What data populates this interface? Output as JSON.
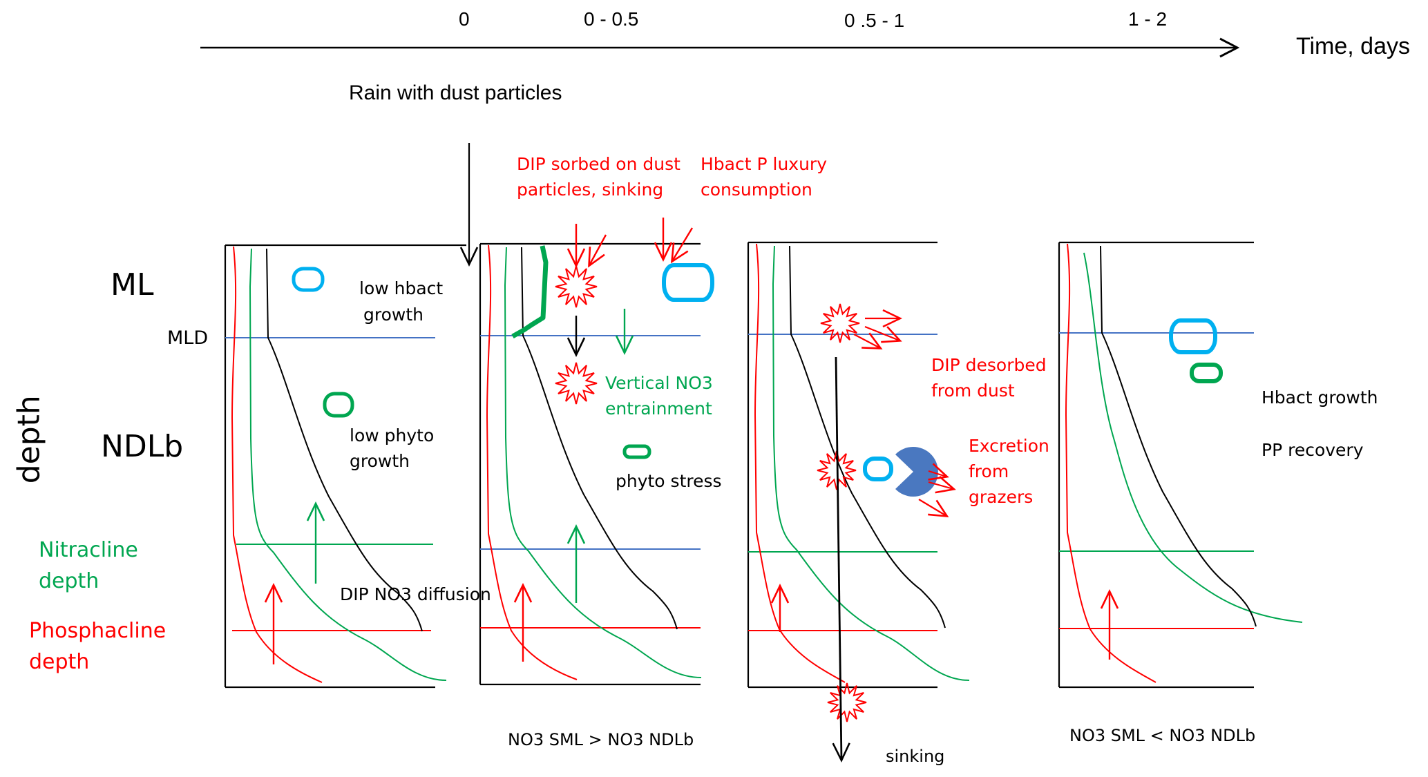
{
  "colors": {
    "axis": "#000000",
    "no3": "#00a650",
    "dip": "#ff0000",
    "other": "#000000",
    "mld": "#4472c4",
    "hbact": "#00b0f0",
    "phyto": "#00a650",
    "grazer": "#4a78c0",
    "burst": "#ff0000"
  },
  "time_axis": {
    "label": "Time, days",
    "ticks": [
      "0",
      "0 - 0.5",
      "0 .5 - 1",
      "1 - 2"
    ]
  },
  "event_label": "Rain with dust particles",
  "y_axis": {
    "label": "depth",
    "layers": {
      "ml": "ML",
      "mld": "MLD",
      "ndlb": "NDLb",
      "nitracline": [
        "Nitracline",
        "depth"
      ],
      "phosphacline": [
        "Phosphacline",
        "depth"
      ]
    }
  },
  "panels": [
    {
      "time": "0",
      "annotations": {
        "hbact": [
          "low hbact",
          "growth"
        ],
        "phyto": [
          "low phyto",
          "growth"
        ],
        "diffusion": "DIP NO3 diffusion"
      }
    },
    {
      "time": "0 - 0.5",
      "annotations": {
        "dip_sorbed": [
          "DIP sorbed on dust",
          "particles, sinking"
        ],
        "hbact_luxury": [
          "Hbact P luxury",
          "consumption"
        ],
        "entrainment": [
          "Vertical NO3",
          "entrainment"
        ],
        "phyto_stress": "phyto stress"
      },
      "caption": "NO3 SML > NO3 NDLb"
    },
    {
      "time": "0 .5 - 1",
      "annotations": {
        "dip_desorbed": [
          "DIP desorbed",
          "from dust"
        ],
        "excretion": [
          "Excretion",
          "from",
          "grazers"
        ],
        "sinking": "sinking"
      }
    },
    {
      "time": "1 - 2",
      "annotations": {
        "hbact": "Hbact growth",
        "pp": "PP  recovery"
      },
      "caption": "NO3 SML < NO3 NDLb"
    }
  ]
}
